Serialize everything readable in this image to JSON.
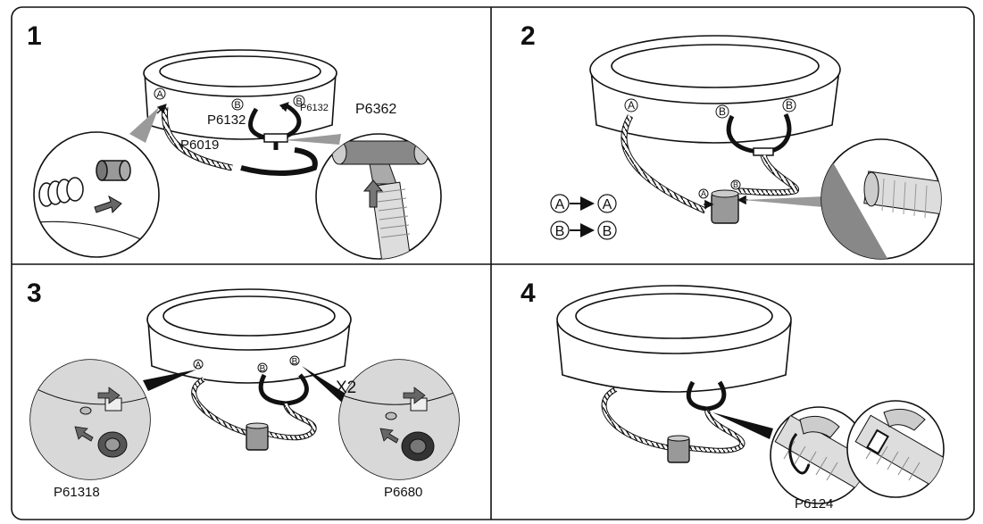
{
  "steps": [
    {
      "number": "1",
      "markers": [
        "A",
        "B",
        "B"
      ],
      "parts": {
        "hose_adapter_left": "P6132",
        "hose_adapter_right": "P6132",
        "hose": "P6019",
        "tee": "P6362"
      }
    },
    {
      "number": "2",
      "markers": [
        "A",
        "B",
        "B",
        "A",
        "B"
      ],
      "legend": [
        {
          "from": "A",
          "to": "A"
        },
        {
          "from": "B",
          "to": "B"
        }
      ]
    },
    {
      "number": "3",
      "markers": [
        "A",
        "B",
        "B"
      ],
      "multiplier": "X2",
      "parts": {
        "strainer_left": "P61318",
        "strainer_right": "P6680"
      }
    },
    {
      "number": "4",
      "parts": {
        "clamp": "P6124"
      }
    }
  ],
  "icons": [
    "arrow-icon",
    "magnifier-callout-icon"
  ],
  "colors": {
    "line": "#111111",
    "shade": "#9a9a9a",
    "background": "#ffffff"
  }
}
